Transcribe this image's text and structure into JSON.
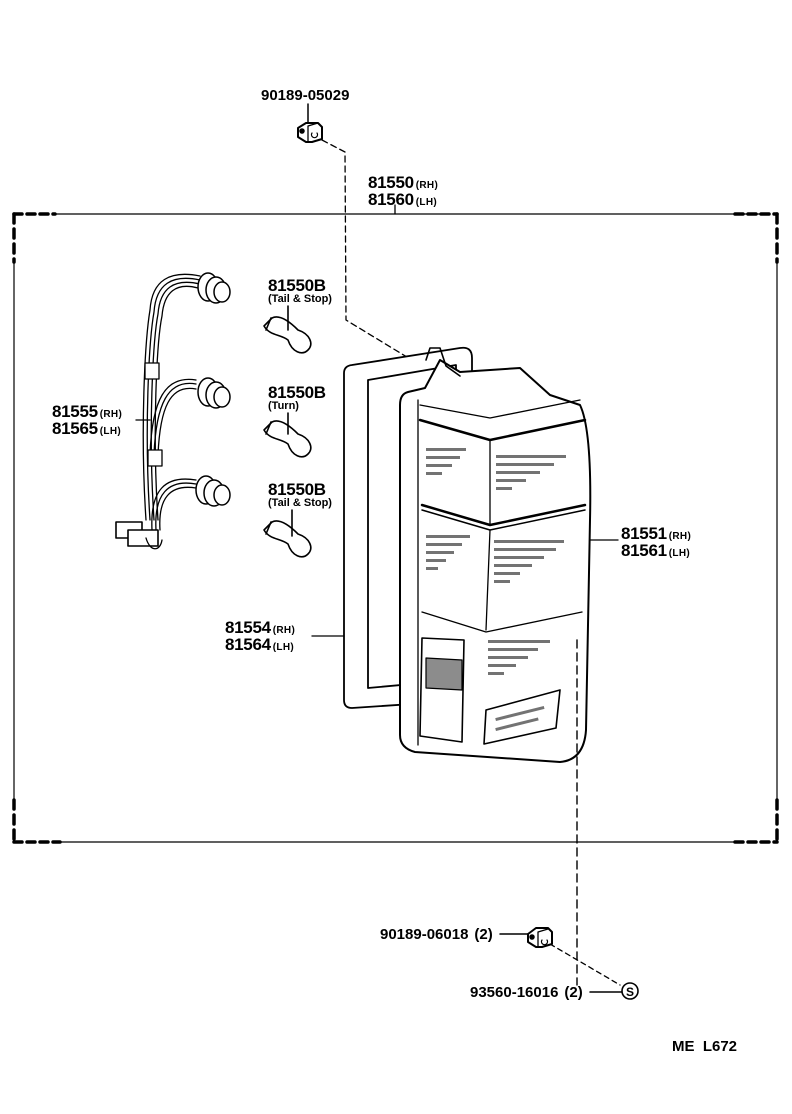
{
  "diagram": {
    "title_code": "ME  L672",
    "ink_color": "#000000",
    "background_color": "#ffffff",
    "parts": [
      {
        "id": "clip-top",
        "part_no": "90189-05029",
        "qty": ""
      },
      {
        "id": "lamp-assy",
        "part_no_rh": "81550",
        "side_rh": "(RH)",
        "part_no_lh": "81560",
        "side_lh": "(LH)"
      },
      {
        "id": "bulb-tail-stop-upper",
        "part_no": "81550B",
        "note": "(Tail & Stop)"
      },
      {
        "id": "bulb-turn",
        "part_no": "81550B",
        "note": "(Turn)"
      },
      {
        "id": "bulb-tail-stop-lower",
        "part_no": "81550B",
        "note": "(Tail & Stop)"
      },
      {
        "id": "socket-harness",
        "part_no_rh": "81555",
        "side_rh": "(RH)",
        "part_no_lh": "81565",
        "side_lh": "(LH)"
      },
      {
        "id": "lens-body",
        "part_no_rh": "81551",
        "side_rh": "(RH)",
        "part_no_lh": "81561",
        "side_lh": "(LH)"
      },
      {
        "id": "gasket",
        "part_no_rh": "81554",
        "side_rh": "(RH)",
        "part_no_lh": "81564",
        "side_lh": "(LH)"
      },
      {
        "id": "clip-bottom",
        "part_no": "90189-06018",
        "qty": "(2)"
      },
      {
        "id": "screw",
        "part_no": "93560-16016",
        "qty": "(2)",
        "symbol": "S"
      }
    ]
  }
}
